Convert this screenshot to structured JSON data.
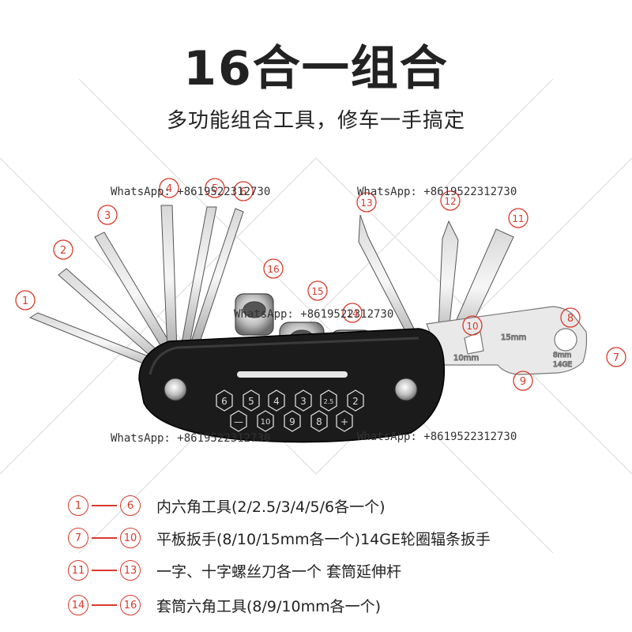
{
  "title": "16合一组合",
  "subtitle": "多功能组合工具，修车一手搞定",
  "watermark": "WhatsApp: +8619522312730",
  "callouts": [
    "1",
    "2",
    "3",
    "4",
    "5",
    "6",
    "7",
    "8",
    "9",
    "10",
    "11",
    "12",
    "13",
    "14",
    "15",
    "16"
  ],
  "body_labels": {
    "hex_top": [
      "6",
      "5",
      "4",
      "3",
      "2.5",
      "2"
    ],
    "hex_bottom": [
      "—",
      "10",
      "9",
      "8",
      "+"
    ],
    "wrench_15": "15mm",
    "wrench_10": "10mm",
    "wrench_8": "8mm",
    "wrench_14ge": "14GE"
  },
  "legend": [
    {
      "from": "1",
      "to": "6",
      "text": "内六角工具(2/2.5/3/4/5/6各一个)"
    },
    {
      "from": "7",
      "to": "10",
      "text": "平板扳手(8/10/15mm各一个)14GE轮圈辐条扳手"
    },
    {
      "from": "11",
      "to": "13",
      "text": "一字、十字螺丝刀各一个 套筒延伸杆"
    },
    {
      "from": "14",
      "to": "16",
      "text": "套筒六角工具(8/9/10mm各一个)"
    }
  ],
  "colors": {
    "accent": "#d93a2b",
    "text": "#222222"
  }
}
